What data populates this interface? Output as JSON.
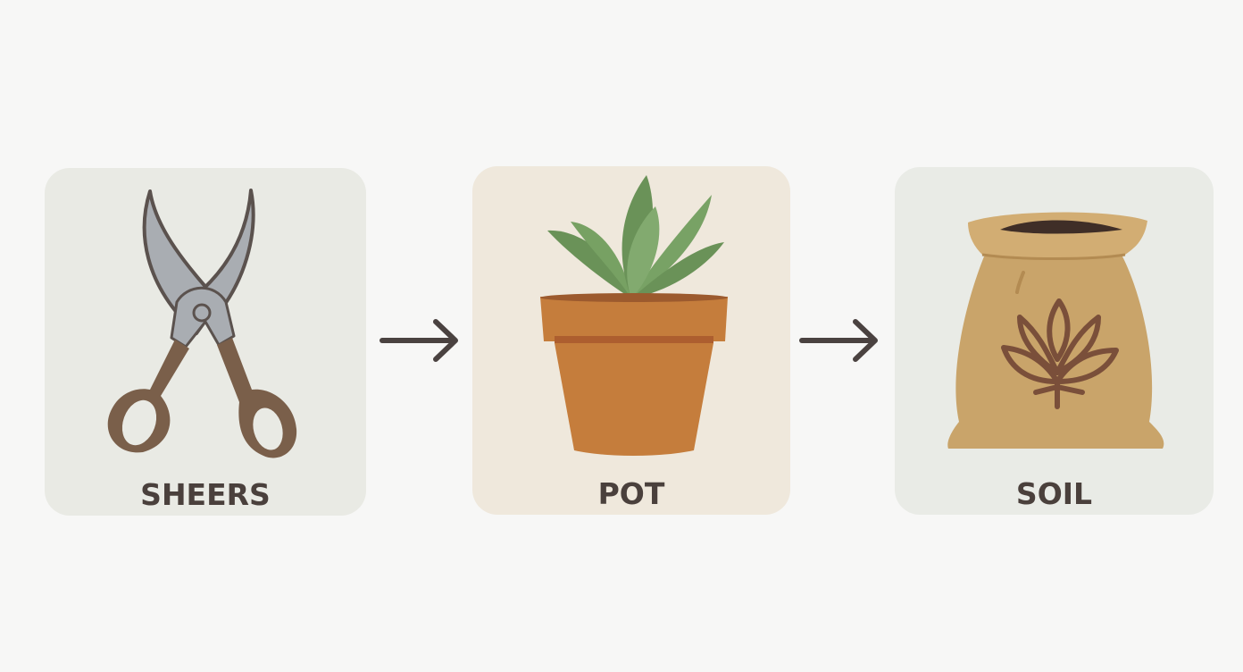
{
  "diagram": {
    "type": "process-flow",
    "steps": [
      {
        "label": "SHEERS",
        "icon": "pruning-shears-icon",
        "bg": "#e9eae4"
      },
      {
        "label": "POT",
        "icon": "potted-plant-icon",
        "bg": "#efe8dc"
      },
      {
        "label": "SOIL",
        "icon": "soil-bag-icon",
        "bg": "#e9ebe6"
      }
    ],
    "connectors": [
      {
        "from": "SHEERS",
        "to": "POT",
        "icon": "arrow-right-icon"
      },
      {
        "from": "POT",
        "to": "SOIL",
        "icon": "arrow-right-icon"
      }
    ]
  },
  "colors": {
    "background": "#f7f7f6",
    "text": "#4a403c",
    "arrow": "#4a4240",
    "handle_brown": "#7a5f4a",
    "blade_gray": "#a8acb0",
    "pot_terracotta": "#c57d3c",
    "leaf_green": "#6f9a5c",
    "sack_tan": "#c9a46a"
  }
}
